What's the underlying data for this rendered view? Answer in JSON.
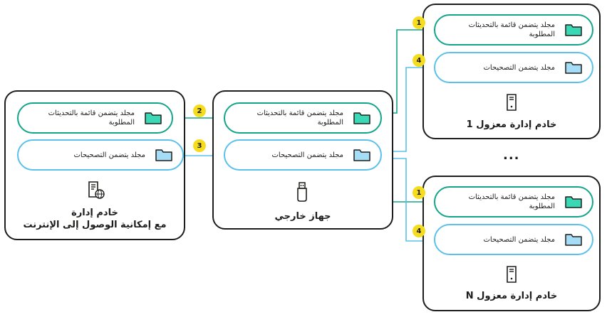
{
  "colors": {
    "update_list": "#13a589",
    "patches": "#5bc0eb",
    "badge": "#f5dc1e",
    "border": "#1d1d1b"
  },
  "internet_server": {
    "title_line1": "خادم إدارة",
    "title_line2": "مع إمكانية الوصول إلى الإنترنت",
    "update_folder": "مجلد يتضمن قائمة بالتحديثات المطلوبة",
    "patch_folder": "مجلد يتضمن التصحيحات"
  },
  "external_device": {
    "title": "جهاز خارجي",
    "update_folder": "مجلد يتضمن قائمة بالتحديثات المطلوبة",
    "patch_folder": "مجلد يتضمن التصحيحات"
  },
  "isolated_server_1": {
    "title": "خادم إدارة معزول 1",
    "update_folder": "مجلد يتضمن قائمة بالتحديثات المطلوبة",
    "patch_folder": "مجلد يتضمن التصحيحات"
  },
  "isolated_server_n": {
    "title": "خادم إدارة معزول N",
    "update_folder": "مجلد يتضمن قائمة بالتحديثات المطلوبة",
    "patch_folder": "مجلد يتضمن التصحيحات"
  },
  "ellipsis": "...",
  "steps": {
    "s1": "1",
    "s2": "2",
    "s3": "3",
    "s4": "4"
  },
  "icons": {
    "folder": "folder-icon",
    "server": "server-icon",
    "server_globe": "server-globe-icon",
    "usb": "usb-drive-icon"
  }
}
